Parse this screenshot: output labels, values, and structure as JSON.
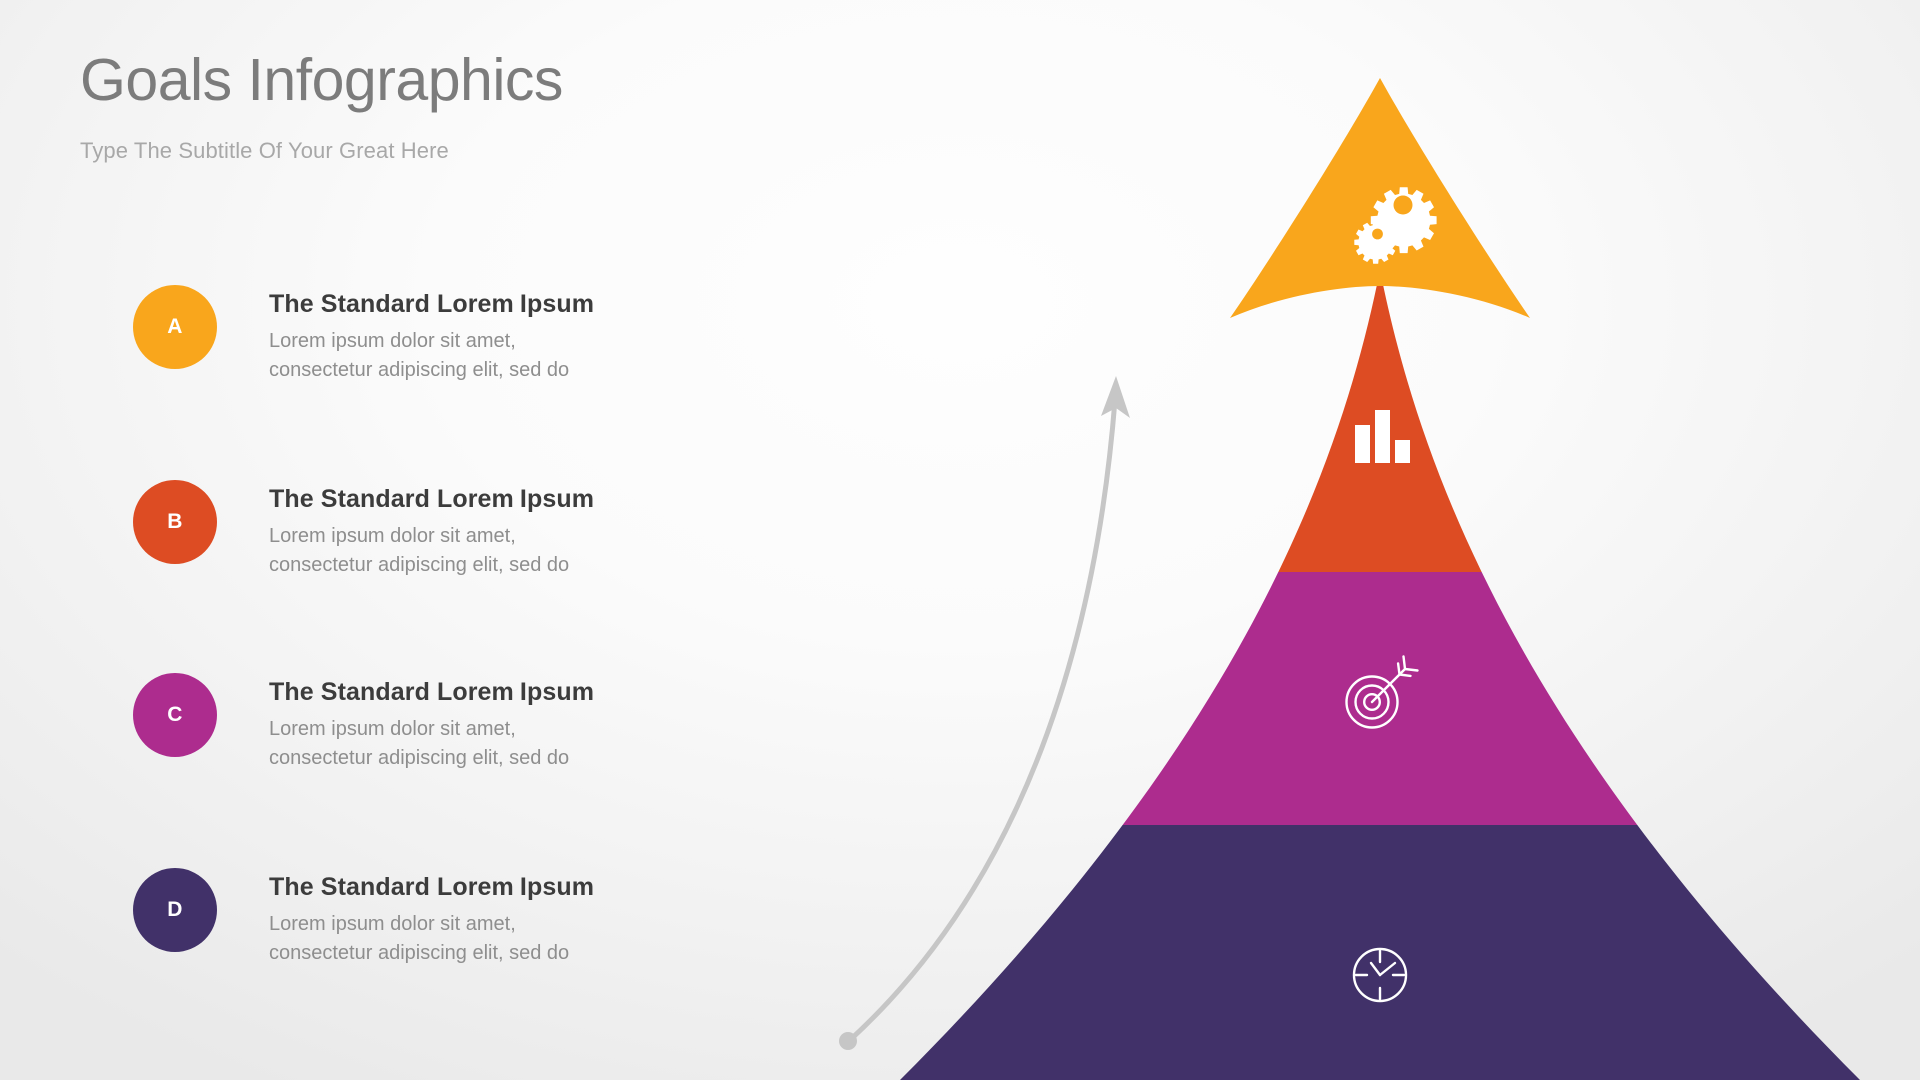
{
  "header": {
    "title": "Goals Infographics",
    "subtitle": "Type The Subtitle Of Your Great Here"
  },
  "colors": {
    "level_a_orange": "#F9A61C",
    "level_b_red": "#DD4C23",
    "level_c_magenta": "#AD2C8E",
    "level_d_purple": "#413169",
    "title_gray": "#7C7C7C",
    "subtitle_gray": "#A8A8A8",
    "heading_dark": "#3C3C3C",
    "body_gray": "#8E8E8E",
    "arrow_gray": "#C6C6C6",
    "icon_white": "#FFFFFF"
  },
  "goals": [
    {
      "key": "A",
      "heading_part1": "The Standard Lorem",
      "heading_part2": "Ipsum",
      "body": "Lorem ipsum dolor sit amet, consectetur adipiscing elit, sed do",
      "color": "#F9A61C"
    },
    {
      "key": "B",
      "heading_part1": "The Standard Lorem",
      "heading_part2": "Ipsum",
      "body": "Lorem ipsum dolor sit amet, consectetur adipiscing elit, sed do",
      "color": "#DD4C23"
    },
    {
      "key": "C",
      "heading_part1": "The Standard Lorem",
      "heading_part2": "Ipsum",
      "body": "Lorem ipsum dolor sit amet, consectetur adipiscing elit, sed do",
      "color": "#AD2C8E"
    },
    {
      "key": "D",
      "heading_part1": "The Standard Lorem",
      "heading_part2": "Ipsum",
      "body": "Lorem ipsum dolor sit amet, consectetur adipiscing elit, sed do",
      "color": "#413169"
    }
  ],
  "pyramid": {
    "levels": [
      {
        "key": "A",
        "icon": "gears-icon",
        "color": "#F9A61C",
        "shape": "arrow-head"
      },
      {
        "key": "B",
        "icon": "bar-chart-icon",
        "color": "#DD4C23",
        "shape": "band"
      },
      {
        "key": "C",
        "icon": "target-arrow-icon",
        "color": "#AD2C8E",
        "shape": "band"
      },
      {
        "key": "D",
        "icon": "clock-icon",
        "color": "#413169",
        "shape": "band"
      }
    ]
  },
  "growth_arrow": {
    "icon": "curved-up-arrow-icon",
    "color": "#C6C6C6"
  }
}
